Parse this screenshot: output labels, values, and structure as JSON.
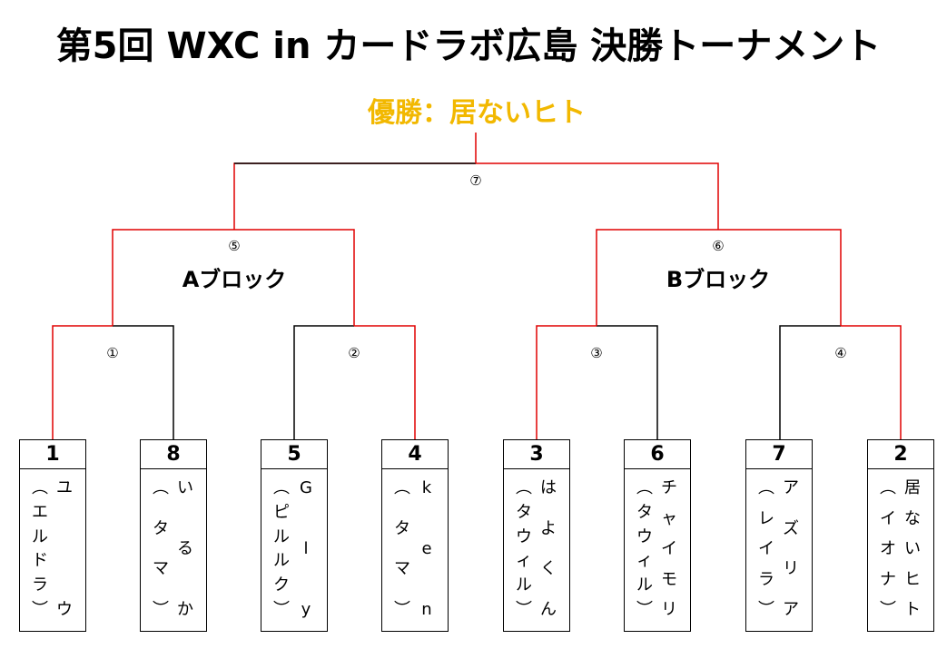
{
  "title": "第5回 WXC in カードラボ広島 決勝トーナメント",
  "champion": {
    "label": "優勝：居ないヒト"
  },
  "matches": [
    "①",
    "②",
    "③",
    "④",
    "⑤",
    "⑥",
    "⑦"
  ],
  "blocks": [
    "Aブロック",
    "Bブロック"
  ],
  "players": [
    {
      "seed": "1",
      "name": "ユウ",
      "team": "エルドラ"
    },
    {
      "seed": "8",
      "name": "いるか",
      "team": "タマ"
    },
    {
      "seed": "5",
      "name": "Gly",
      "team": "ピルルク"
    },
    {
      "seed": "4",
      "name": "ken",
      "team": "タマ"
    },
    {
      "seed": "3",
      "name": "はよくん",
      "team": "タウィル"
    },
    {
      "seed": "6",
      "name": "チャイモリ",
      "team": "タウィル"
    },
    {
      "seed": "7",
      "name": "アズリア",
      "team": "レイラ"
    },
    {
      "seed": "2",
      "name": "居ないヒト",
      "team": "イオナ"
    }
  ],
  "colors": {
    "winner_line": "#e00000",
    "champion_text": "#f2b800",
    "line": "#000000"
  }
}
